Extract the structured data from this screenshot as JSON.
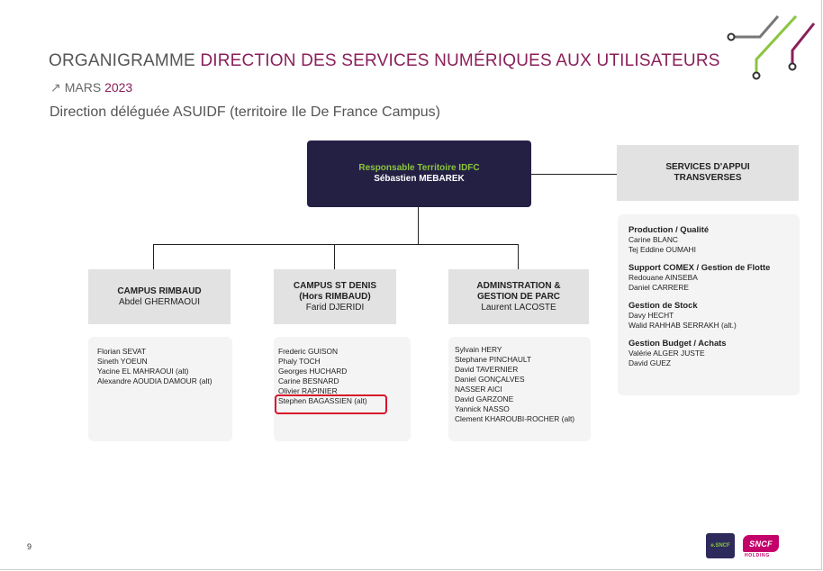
{
  "header": {
    "title_part1": "ORGANIGRAMME ",
    "title_part2": "DIRECTION DES SERVICES NUMÉRIQUES AUX UTILISATEURS",
    "date_arrow": "↗",
    "date_month": "MARS ",
    "date_year": "2023",
    "subtitle": "Direction déléguée ASUIDF (territoire Ile De France Campus)"
  },
  "top": {
    "role": "Responsable Territoire IDFC",
    "name": "Sébastien MEBAREK"
  },
  "services": {
    "line1": "SERVICES D'APPUI",
    "line2": "TRANSVERSES",
    "sections": [
      {
        "title": "Production / Qualité",
        "members": [
          "Carine BLANC",
          "Tej Eddine OUMAHI"
        ]
      },
      {
        "title": "Support COMEX / Gestion de Flotte",
        "members": [
          "Redouane AINSEBA",
          "Daniel CARRERE"
        ]
      },
      {
        "title": "Gestion de Stock",
        "members": [
          "Davy HECHT",
          "Walid RAHHAB SERRAKH (alt.)"
        ]
      },
      {
        "title": "Gestion Budget / Achats",
        "members": [
          "Valérie ALGER JUSTE",
          "David GUEZ"
        ]
      }
    ]
  },
  "units": [
    {
      "line1": "CAMPUS RIMBAUD",
      "line2": "",
      "head_name": "Abdel GHERMAOUI",
      "members": [
        "Florian SEVAT",
        "Sineth YOEUN",
        "Yacine EL MAHRAOUI (alt)",
        "Alexandre AOUDIA DAMOUR (alt)"
      ]
    },
    {
      "line1": "CAMPUS ST DENIS",
      "line2": "(Hors RIMBAUD)",
      "head_name": "Farid DJERIDI",
      "members": [
        "Frederic GUISON",
        "Phaly TOCH",
        "Georges HUCHARD",
        "Carine BESNARD",
        "Olivier RAPINIER",
        "Stephen BAGASSIEN (alt)"
      ]
    },
    {
      "line1": "ADMINSTRATION &",
      "line2": "GESTION DE PARC",
      "head_name": "Laurent LACOSTE",
      "members": [
        "Sylvain HERY",
        "Stephane PINCHAULT",
        "David TAVERNIER",
        "Daniel GONÇALVES",
        "NASSER AICI",
        "David GARZONE",
        "Yannick NASSO",
        "Clement KHAROUBI-ROCHER (alt)"
      ]
    }
  ],
  "footer": {
    "page_number": "9",
    "logo_left": "e.SNCF",
    "logo_right": "SNCF",
    "logo_right_sub": "HOLDING"
  },
  "colors": {
    "accent_purple": "#8a1f5a",
    "accent_green": "#8bc53f",
    "dark_navy": "#242044",
    "highlight_red": "#d9132c"
  }
}
